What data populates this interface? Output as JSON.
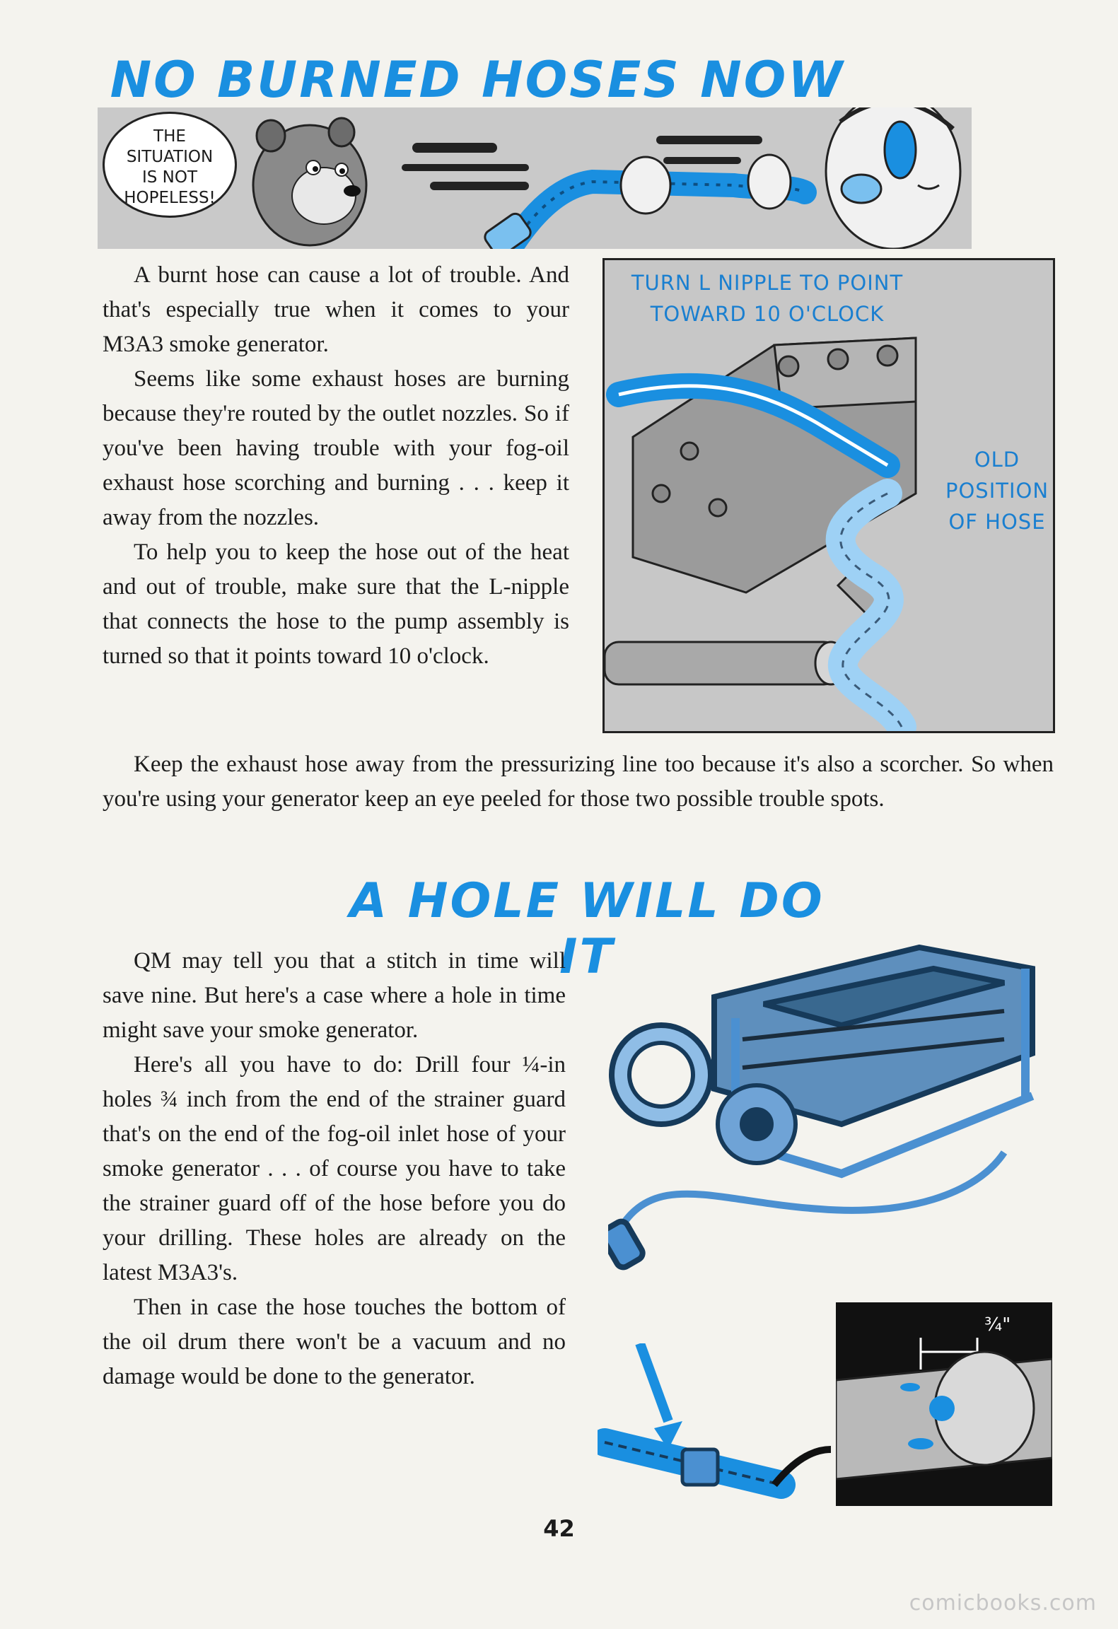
{
  "headlines": {
    "first": "NO BURNED HOSES NOW",
    "second": "A HOLE WILL DO IT"
  },
  "speech_bubble": {
    "lines": [
      "THE",
      "SITUATION",
      "IS NOT",
      "HOPELESS!"
    ]
  },
  "diagram_top": {
    "label_nipple": [
      "TURN L NIPPLE TO POINT",
      "TOWARD 10 O'CLOCK"
    ],
    "label_old": [
      "OLD",
      "POSITION",
      "OF HOSE"
    ]
  },
  "article1": {
    "paragraphs": [
      "A burnt hose can cause a lot of trouble. And that's especially true when it comes to your M3A3 smoke generator.",
      "Seems like some exhaust hoses are burning because they're routed by the outlet nozzles. So if you've been having trouble with your fog-oil exhaust hose scorching and burning . . . keep it away from the nozzles.",
      "To help you to keep the hose out of the heat and out of trouble, make sure that the L-nipple that connects the hose to the pump assembly is turned so that it points toward 10 o'clock."
    ],
    "full_width_paragraph": "Keep the exhaust hose away from the pressurizing line too because it's also a scorcher. So when you're using your generator keep an eye peeled for those two possible trouble spots."
  },
  "article2": {
    "paragraphs": [
      "QM may tell you that a stitch in time will save nine. But here's a case where a hole in time might save your smoke generator.",
      "Here's all you have to do: Drill four ¼-in holes ¾ inch from the end of the strainer guard that's on the end of the fog-oil inlet hose of your smoke generator . . . of course you have to take the strainer guard off of the hose before you do your drilling. These holes are already on the latest M3A3's.",
      "Then in case the hose touches the bottom of the oil drum there won't be a vacuum and no damage would be done to the generator."
    ]
  },
  "inset": {
    "dimension_label": "¾\""
  },
  "page_number": "42",
  "watermark": "comicbooks.com",
  "colors": {
    "accent_blue": "#1a8fe0",
    "paper": "#f4f3ee",
    "panel_gray": "#c8c8c8"
  }
}
